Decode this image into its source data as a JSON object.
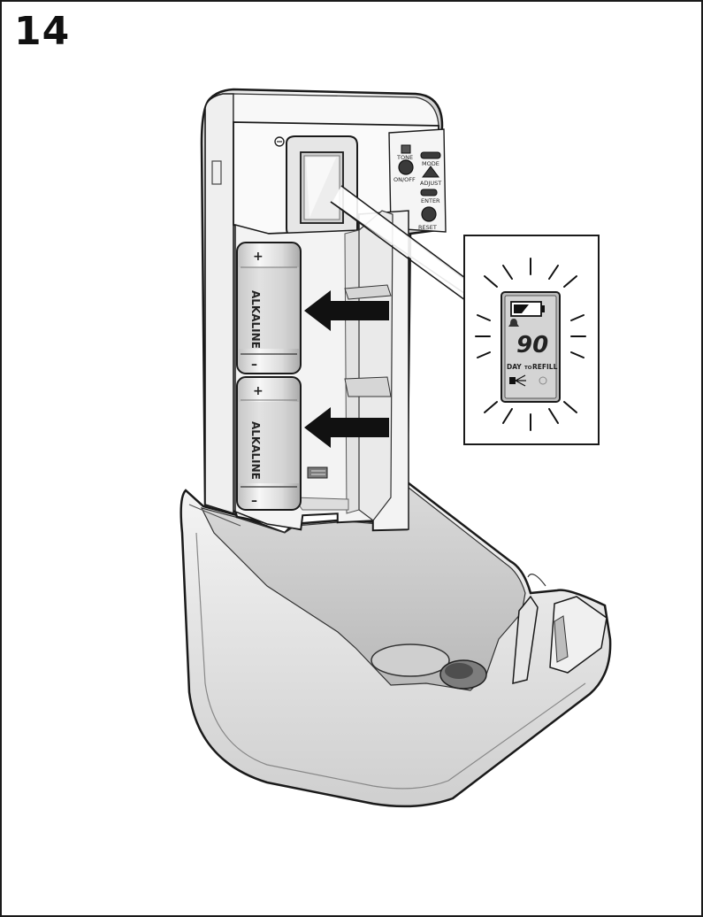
{
  "step": {
    "number": "14"
  },
  "device": {
    "buttons": {
      "tone": "TONE",
      "on_off": "ON/OFF",
      "mode": "MODE",
      "adjust": "ADJUST",
      "enter": "ENTER",
      "reset": "RESET"
    }
  },
  "batteries": [
    {
      "label": "ALKALINE",
      "plus": "+",
      "minus": "–"
    },
    {
      "label": "ALKALINE",
      "plus": "+",
      "minus": "–"
    }
  ],
  "lcd": {
    "digits": "90",
    "caption_day": "DAY",
    "caption_to": "TO",
    "caption_refill": "REFILL"
  },
  "colors": {
    "line": "#1a1a1a",
    "arrow": "#111111",
    "fill_light": "#f2f2f2",
    "fill_mid": "#d9d9d9",
    "fill_dark": "#9a9a9a"
  }
}
